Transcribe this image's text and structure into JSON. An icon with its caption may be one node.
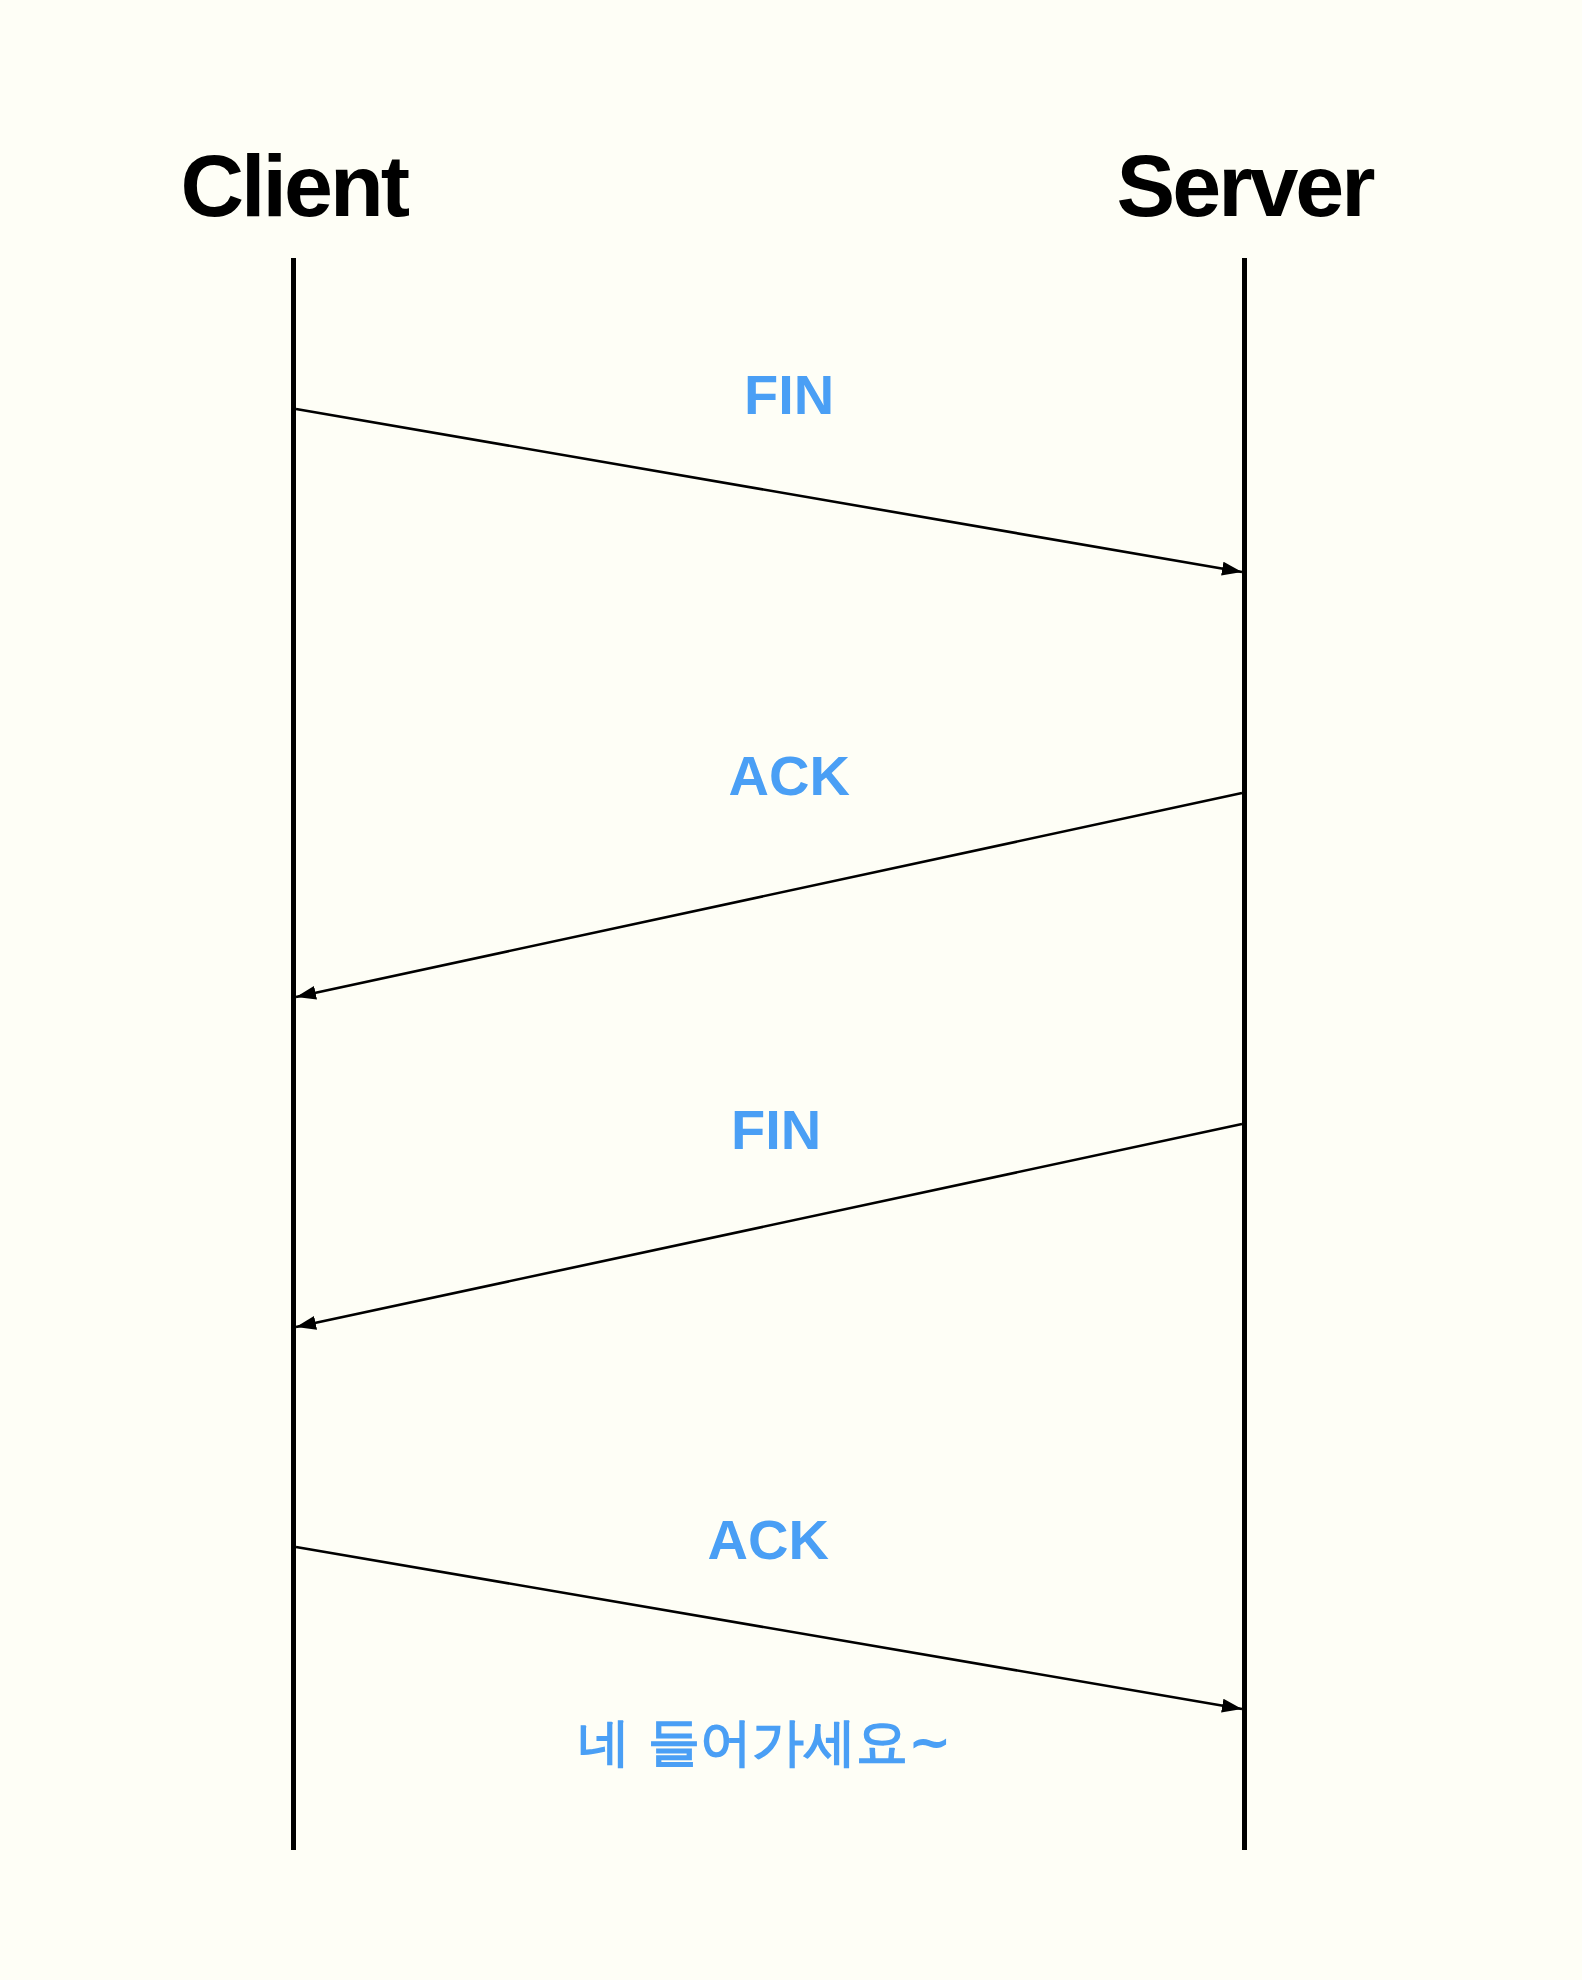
{
  "diagram": {
    "nodes": [
      {
        "text": [
          "Client"
        ]
      },
      {
        "text": [
          "Server"
        ]
      }
    ],
    "edges": [
      {
        "from": 0,
        "to": 1,
        "arrow": "to",
        "label": "FIN"
      },
      {
        "from": 1,
        "to": 0,
        "arrow": "to",
        "label": "ACK"
      },
      {
        "from": 1,
        "to": 0,
        "arrow": "to",
        "label": "FIN"
      },
      {
        "from": 0,
        "to": 1,
        "arrow": "to",
        "label": "ACK"
      }
    ],
    "labels": [
      "네 들어가세요~"
    ]
  }
}
